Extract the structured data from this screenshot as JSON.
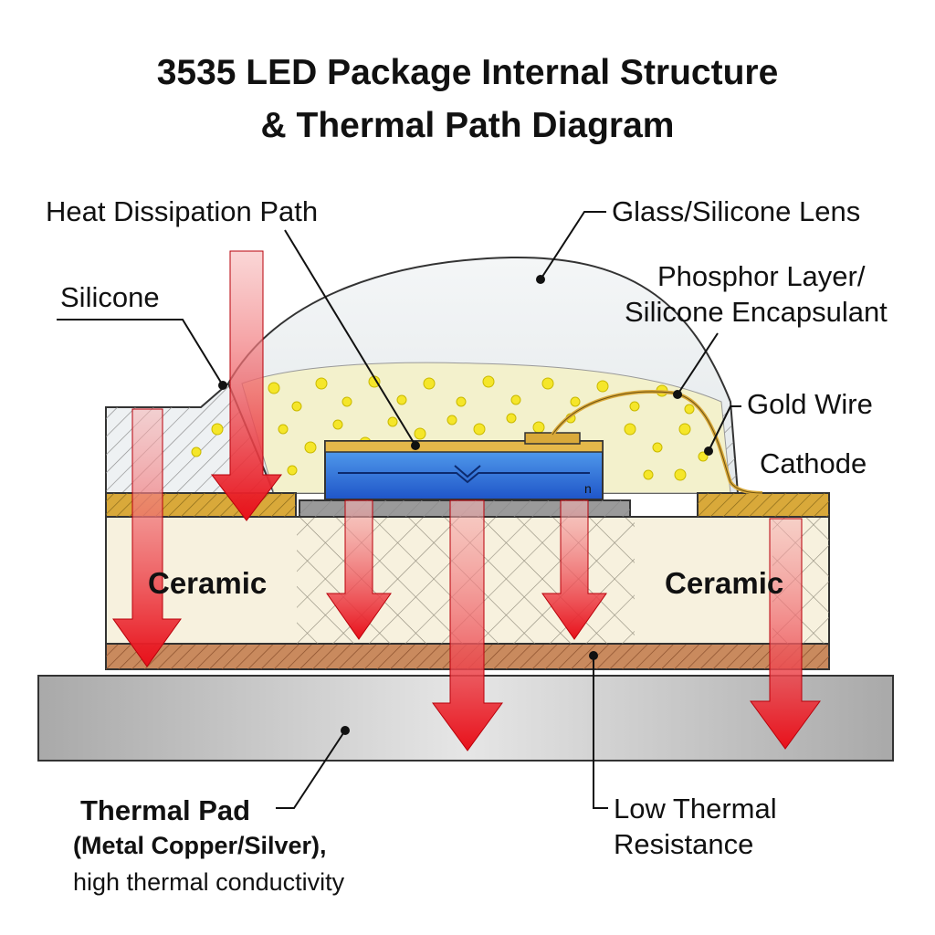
{
  "title": {
    "line1": "3535 LED Package Internal Structure",
    "line2": "& Thermal Path Diagram"
  },
  "labels": {
    "heat_path": "Heat Dissipation Path",
    "silicone": "Silicone",
    "lens": "Glass/Silicone Lens",
    "phosphor_line1": "Phosphor Layer/",
    "phosphor_line2": "Silicone Encapsulant",
    "gold_wire": "Gold Wire",
    "cathode": "Cathode",
    "ceramic_left": "Ceramic",
    "ceramic_right": "Ceramic",
    "chip_n": "n",
    "thermal_pad_line1": "Thermal Pad",
    "thermal_pad_line2": "(Metal Copper/Silver),",
    "thermal_pad_line3": "high thermal conductivity",
    "low_resistance_line1": "Low Thermal",
    "low_resistance_line2": "Resistance"
  },
  "colors": {
    "heat_arrow": "#e8101a",
    "gold": "#d9a93a",
    "copper": "#c98a5e",
    "ceramic": "#f7f1de",
    "chip_blue": "#1f62d6",
    "phosphor_dot": "#f5e62a",
    "thermal_pad": "#c9c9c9"
  }
}
